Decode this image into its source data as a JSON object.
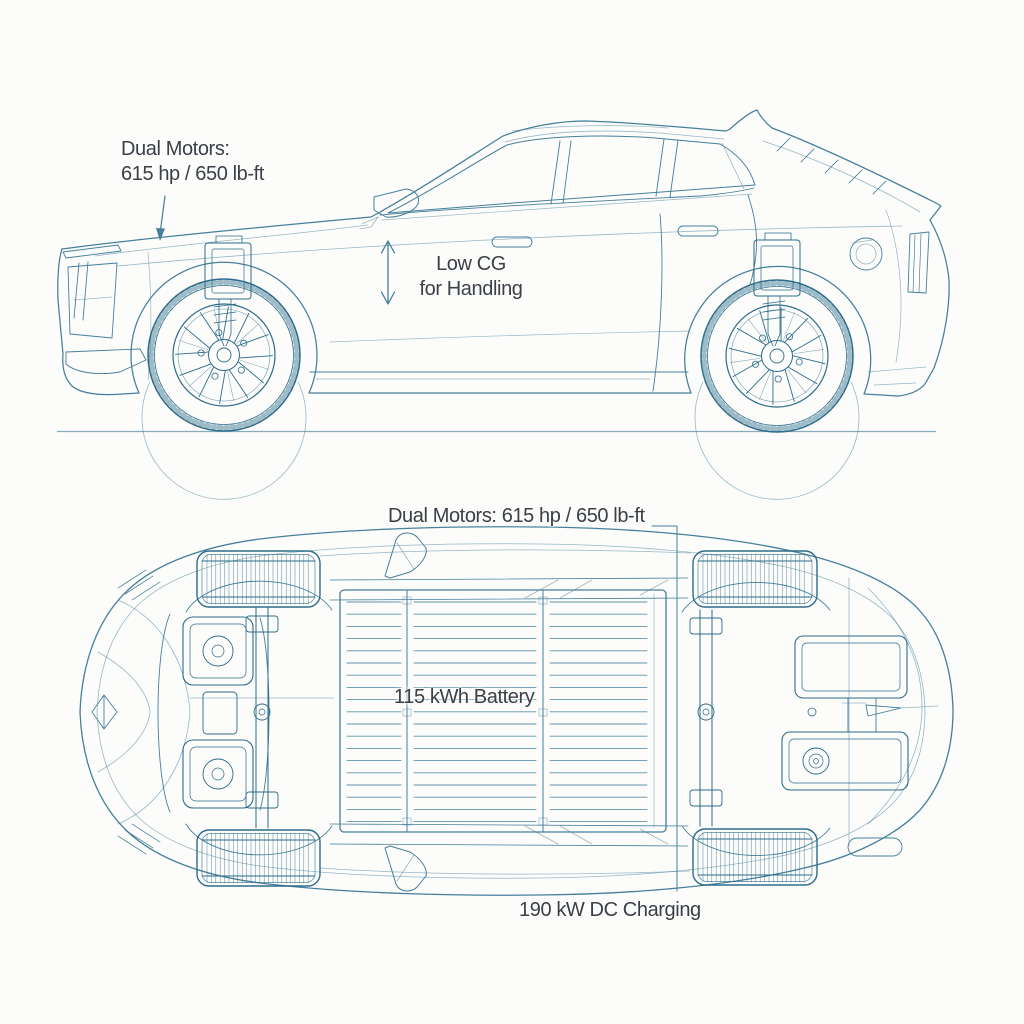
{
  "colors": {
    "blueprint_line": "#457f9b",
    "blueprint_line_dark": "#2d6c8a",
    "annotation_text": "#3a4046",
    "background": "#fcfcfb",
    "ground_line": "#8aa9ba"
  },
  "side_view": {
    "dual_motors_label": {
      "line1": "Dual Motors:",
      "line2": "615 hp / 650 lb-ft"
    },
    "low_cg_label": {
      "line1": "Low CG",
      "line2": "for Handling"
    }
  },
  "underside_view": {
    "dual_motors_label": "Dual Motors: 615 hp / 650 lb-ft",
    "battery_label": "115 kWh Battery",
    "dc_charging_label": "190 kW DC Charging"
  }
}
